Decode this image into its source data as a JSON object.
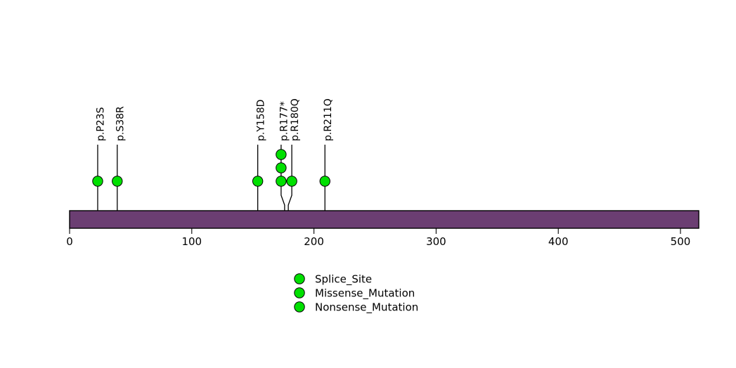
{
  "chart_data": {
    "type": "lollipop",
    "title": "",
    "xlabel": "",
    "ylabel": "",
    "xlim": [
      0,
      515
    ],
    "grid": false,
    "protein_length": 515,
    "axis_ticks": [
      {
        "value": 0,
        "label": "0"
      },
      {
        "value": 100,
        "label": "100"
      },
      {
        "value": 200,
        "label": "200"
      },
      {
        "value": 300,
        "label": "300"
      },
      {
        "value": 400,
        "label": "400"
      },
      {
        "value": 500,
        "label": "500"
      }
    ],
    "domain_track": {
      "name": "protein-backbone",
      "start": 0,
      "end": 515,
      "color": "#6B3E72",
      "border_color": "#000000"
    },
    "marker_color": "#00E000",
    "marker_border_color": "#000000",
    "mutations": [
      {
        "label": "p.P23S",
        "position": 23,
        "count": 1,
        "type": "Missense_Mutation",
        "splayed": false,
        "offset": 0
      },
      {
        "label": "p.S38R",
        "position": 39,
        "count": 1,
        "type": "Missense_Mutation",
        "splayed": false,
        "offset": 0
      },
      {
        "label": "p.Y158D",
        "position": 154,
        "count": 1,
        "type": "Missense_Mutation",
        "splayed": false,
        "offset": 0
      },
      {
        "label": "p.R177*",
        "position": 176,
        "count": 3,
        "type": "Nonsense_Mutation",
        "splayed": true,
        "offset": -5
      },
      {
        "label": "p.R180Q",
        "position": 179,
        "count": 1,
        "type": "Missense_Mutation",
        "splayed": true,
        "offset": 5
      },
      {
        "label": "p.R211Q",
        "position": 209,
        "count": 1,
        "type": "Missense_Mutation",
        "splayed": false,
        "offset": 0
      }
    ],
    "legend": {
      "position": "bottom-center",
      "entries": [
        {
          "label": "Splice_Site",
          "color": "#00E000"
        },
        {
          "label": "Missense_Mutation",
          "color": "#00E000"
        },
        {
          "label": "Nonsense_Mutation",
          "color": "#00E000"
        }
      ]
    }
  }
}
